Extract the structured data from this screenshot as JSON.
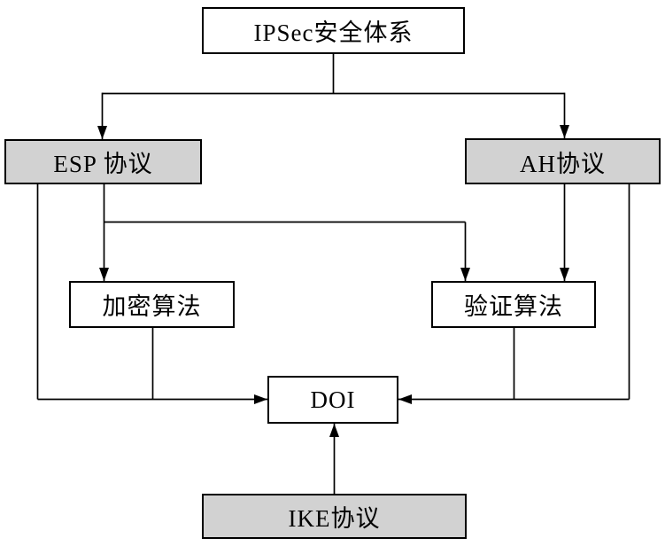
{
  "diagram": {
    "type": "flowchart",
    "subject": "IPSec security architecture",
    "nodes": {
      "ipsec": {
        "label": "IPSec安全体系",
        "fill": "#ffffff"
      },
      "esp": {
        "label": "ESP 协议",
        "fill": "#d2d2d2"
      },
      "ah": {
        "label": "AH协议",
        "fill": "#d2d2d2"
      },
      "encrypt": {
        "label": "加密算法",
        "fill": "#ffffff"
      },
      "verify": {
        "label": "验证算法",
        "fill": "#ffffff"
      },
      "doi": {
        "label": "DOI",
        "fill": "#ffffff"
      },
      "ike": {
        "label": "IKE协议",
        "fill": "#d2d2d2"
      }
    },
    "edges": [
      {
        "from": "ipsec",
        "to": "esp",
        "arrow": true
      },
      {
        "from": "ipsec",
        "to": "ah",
        "arrow": true
      },
      {
        "from": "esp",
        "to": "encrypt",
        "arrow": true
      },
      {
        "from": "esp",
        "to": "verify",
        "arrow": true
      },
      {
        "from": "ah",
        "to": "verify",
        "arrow": true
      },
      {
        "from": "esp",
        "to": "doi",
        "arrow": true
      },
      {
        "from": "encrypt",
        "to": "doi",
        "arrow": true
      },
      {
        "from": "ah",
        "to": "doi",
        "arrow": true
      },
      {
        "from": "verify",
        "to": "doi",
        "arrow": true
      },
      {
        "from": "ike",
        "to": "doi",
        "arrow": true
      }
    ],
    "colors": {
      "background": "#ffffff",
      "line": "#000000",
      "border": "#000000",
      "node_gray_fill": "#d2d2d2",
      "node_white_fill": "#ffffff",
      "text": "#000000"
    }
  }
}
